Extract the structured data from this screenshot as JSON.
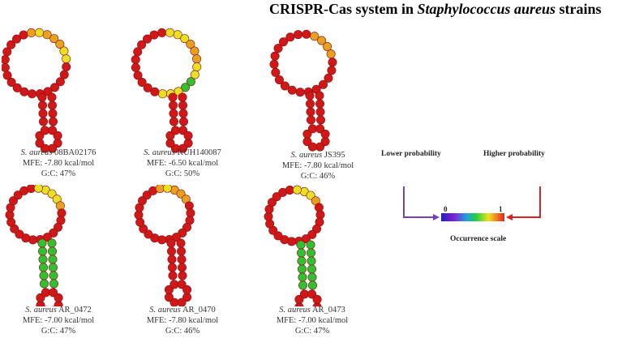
{
  "title": {
    "prefix": "CRISPR-Cas system in ",
    "species": "Staphylococcus aureus",
    "suffix": " strains"
  },
  "panels": [
    {
      "species": "S. aureus",
      "strain": "08BA02176",
      "mfe": "MFE: -7.80 kcal/mol",
      "gc": "G:C: 47%"
    },
    {
      "species": "S. aureus",
      "strain": "KUH140087",
      "mfe": "MFE: -6.50 kcal/mol",
      "gc": "G:C: 50%"
    },
    {
      "species": "S. aureus",
      "strain": "JS395",
      "mfe": "MFE: -7.80 kcal/mol",
      "gc": "G:C: 46%"
    },
    {
      "species": "S. aureus",
      "strain": "AR_0472",
      "mfe": "MFE: -7.00 kcal/mol",
      "gc": "G:C: 47%"
    },
    {
      "species": "S. aureus",
      "strain": "AR_0470",
      "mfe": "MFE: -7.80 kcal/mol",
      "gc": "G:C: 46%"
    },
    {
      "species": "S. aureus",
      "strain": "AR_0473",
      "mfe": "MFE: -7.00 kcal/mol",
      "gc": "G:C: 47%"
    }
  ],
  "legend": {
    "lower": "Lower probability",
    "higher": "Higher probability",
    "min": "0",
    "max": "1",
    "scale": "Occurrence scale",
    "arrow_left_color": "#7b3fb5",
    "arrow_right_color": "#e02020"
  },
  "colors": {
    "high": "#d01818",
    "mid": "#e8a020",
    "yellow": "#e8e020",
    "green": "#30c030"
  }
}
